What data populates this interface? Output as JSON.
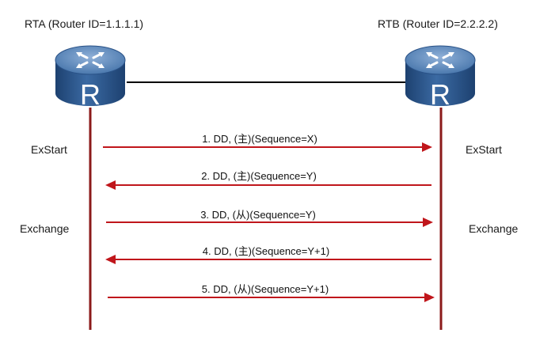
{
  "routers": {
    "left": {
      "title": "RTA  (Router ID=1.1.1.1)",
      "glyph": "R",
      "icon": "router-icon"
    },
    "right": {
      "title": "RTB  (Router ID=2.2.2.2)",
      "glyph": "R",
      "icon": "router-icon"
    }
  },
  "states": {
    "left": [
      "ExStart",
      "Exchange"
    ],
    "right": [
      "ExStart",
      "Exchange"
    ]
  },
  "messages": [
    {
      "label": "1. DD, (主)(Sequence=X)",
      "direction": "right"
    },
    {
      "label": "2. DD, (主)(Sequence=Y)",
      "direction": "left"
    },
    {
      "label": "3. DD, (从)(Sequence=Y)",
      "direction": "right"
    },
    {
      "label": "4. DD, (主)(Sequence=Y+1)",
      "direction": "left"
    },
    {
      "label": "5. DD, (从)(Sequence=Y+1)",
      "direction": "right"
    }
  ],
  "colors": {
    "lifeline": "#8b1a1a",
    "arrow": "#c0161b",
    "router_top": "#5b86b8",
    "router_body": "#2f5f95",
    "router_dark": "#1d4170",
    "link": "#000000"
  }
}
